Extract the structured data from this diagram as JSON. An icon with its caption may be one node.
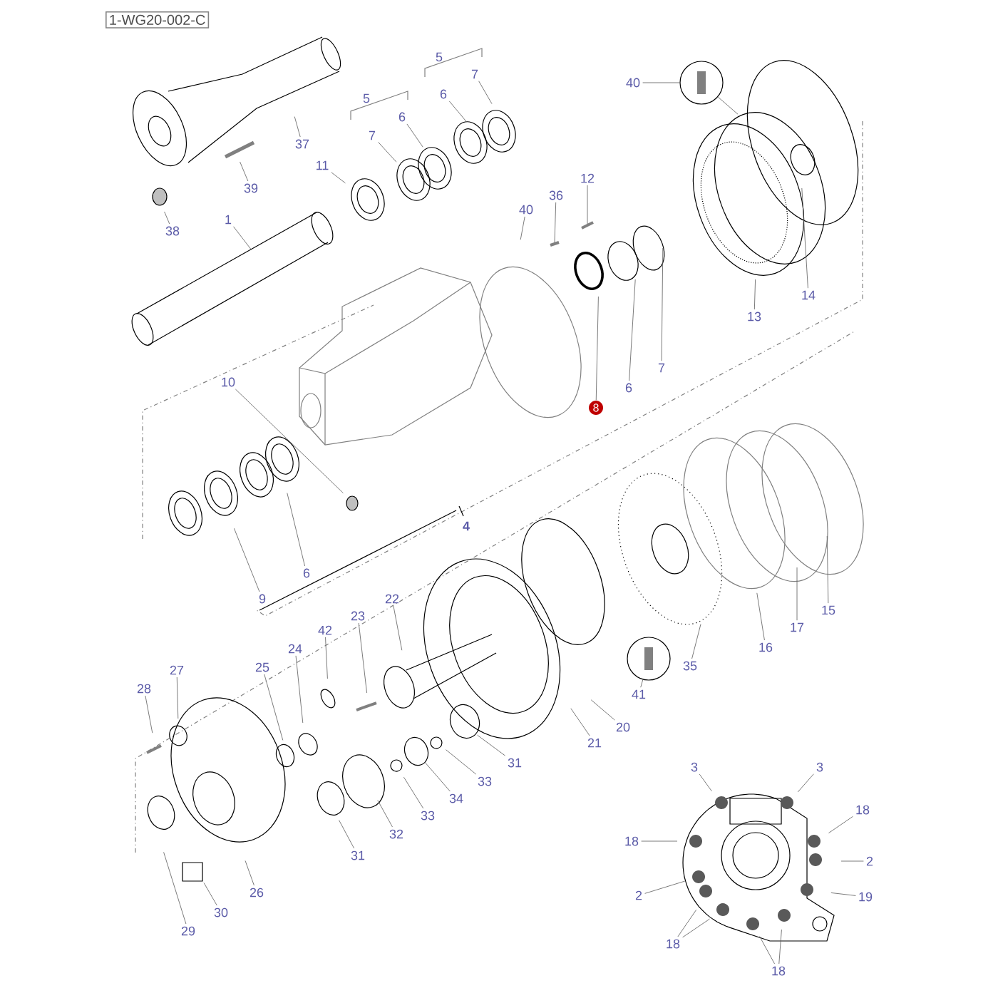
{
  "diagram": {
    "nodes": [
      {
        "text": [
          "40"
        ]
      },
      {
        "text": [],
        "shape": "circle"
      },
      {
        "text": [
          "37"
        ]
      },
      {
        "text": [
          "7"
        ]
      },
      {
        "text": [
          "6"
        ]
      },
      {
        "text": [
          "6"
        ]
      },
      {
        "text": [
          "7"
        ]
      },
      {
        "text": [
          "11"
        ]
      },
      {
        "text": [
          "39"
        ]
      },
      {
        "text": [
          "12"
        ]
      },
      {
        "text": [
          "36"
        ]
      },
      {
        "text": [
          "40"
        ]
      },
      {
        "text": [
          "1"
        ]
      },
      {
        "text": [
          "38"
        ]
      },
      {
        "text": [
          "14"
        ]
      },
      {
        "text": [
          "13"
        ]
      },
      {
        "text": [
          "7"
        ]
      },
      {
        "text": [
          "10"
        ]
      },
      {
        "text": [
          "6"
        ]
      },
      {
        "text": [
          "8"
        ]
      },
      {
        "text": [
          "6"
        ]
      },
      {
        "text": [
          "9"
        ]
      },
      {
        "text": [
          "22"
        ]
      },
      {
        "text": [
          "15"
        ]
      },
      {
        "text": [
          "23"
        ]
      },
      {
        "text": [
          "17"
        ]
      },
      {
        "text": [
          "42"
        ]
      },
      {
        "text": [
          "16"
        ]
      },
      {
        "text": [
          "24"
        ]
      },
      {
        "text": [],
        "shape": "circle"
      },
      {
        "text": [
          "35"
        ]
      },
      {
        "text": [
          "25"
        ]
      },
      {
        "text": [
          "27"
        ]
      },
      {
        "text": [
          "28"
        ]
      },
      {
        "text": [
          "41"
        ]
      },
      {
        "text": [
          "20"
        ]
      },
      {
        "text": [
          "21"
        ]
      },
      {
        "text": [
          "3"
        ]
      },
      {
        "text": [
          "3"
        ]
      },
      {
        "text": [
          "31"
        ]
      },
      {
        "text": [
          "33"
        ]
      },
      {
        "text": [
          "34"
        ]
      },
      {
        "text": [
          "18"
        ]
      },
      {
        "text": [
          "33"
        ]
      },
      {
        "text": [
          "32"
        ]
      },
      {
        "text": [
          "18"
        ]
      },
      {
        "text": [
          "31"
        ]
      },
      {
        "text": [
          "2"
        ]
      },
      {
        "text": [
          "26"
        ]
      },
      {
        "text": [
          "2"
        ]
      },
      {
        "text": [
          "19"
        ]
      },
      {
        "text": [
          "30"
        ]
      },
      {
        "text": [
          "29"
        ]
      },
      {
        "text": [
          "18"
        ]
      },
      {
        "text": [
          "18"
        ]
      }
    ],
    "edges": [
      {
        "from": 0,
        "to": 1,
        "arrow": "none"
      },
      {
        "from": 1,
        "to": null,
        "arrow": "none"
      },
      {
        "from": 2,
        "to": null,
        "arrow": "none"
      },
      {
        "from": 3,
        "to": null,
        "arrow": "none"
      },
      {
        "from": 4,
        "to": null,
        "arrow": "none"
      },
      {
        "from": 5,
        "to": null,
        "arrow": "none"
      },
      {
        "from": 6,
        "to": null,
        "arrow": "none"
      },
      {
        "from": 7,
        "to": null,
        "arrow": "none"
      },
      {
        "from": 8,
        "to": null,
        "arrow": "none"
      },
      {
        "from": 9,
        "to": null,
        "arrow": "none"
      },
      {
        "from": 10,
        "to": null,
        "arrow": "none"
      },
      {
        "from": 11,
        "to": null,
        "arrow": "none"
      },
      {
        "from": 12,
        "to": null,
        "arrow": "none"
      },
      {
        "from": 13,
        "to": null,
        "arrow": "none"
      },
      {
        "from": 14,
        "to": null,
        "arrow": "none"
      },
      {
        "from": 15,
        "to": null,
        "arrow": "none"
      },
      {
        "from": 16,
        "to": null,
        "arrow": "none"
      },
      {
        "from": 17,
        "to": null,
        "arrow": "none"
      },
      {
        "from": 18,
        "to": null,
        "arrow": "none"
      },
      {
        "from": 19,
        "to": null,
        "arrow": "none"
      },
      {
        "from": 20,
        "to": null,
        "arrow": "none"
      },
      {
        "from": 21,
        "to": null,
        "arrow": "none"
      },
      {
        "from": 22,
        "to": null,
        "arrow": "none"
      },
      {
        "from": 23,
        "to": null,
        "arrow": "none"
      },
      {
        "from": 24,
        "to": null,
        "arrow": "none"
      },
      {
        "from": 25,
        "to": null,
        "arrow": "none"
      },
      {
        "from": 26,
        "to": null,
        "arrow": "none"
      },
      {
        "from": 27,
        "to": null,
        "arrow": "none"
      },
      {
        "from": 28,
        "to": null,
        "arrow": "none"
      },
      {
        "from": 34,
        "to": 29,
        "arrow": "none"
      },
      {
        "from": 30,
        "to": null,
        "arrow": "none"
      },
      {
        "from": 31,
        "to": null,
        "arrow": "none"
      },
      {
        "from": 32,
        "to": null,
        "arrow": "none"
      },
      {
        "from": 33,
        "to": null,
        "arrow": "none"
      },
      {
        "from": 35,
        "to": null,
        "arrow": "none"
      },
      {
        "from": 36,
        "to": null,
        "arrow": "none"
      },
      {
        "from": 37,
        "to": null,
        "arrow": "none"
      },
      {
        "from": 38,
        "to": null,
        "arrow": "none"
      },
      {
        "from": 39,
        "to": null,
        "arrow": "none"
      },
      {
        "from": 40,
        "to": null,
        "arrow": "none"
      },
      {
        "from": 41,
        "to": null,
        "arrow": "none"
      },
      {
        "from": 42,
        "to": null,
        "arrow": "none"
      },
      {
        "from": 43,
        "to": null,
        "arrow": "none"
      },
      {
        "from": 44,
        "to": null,
        "arrow": "none"
      },
      {
        "from": 45,
        "to": null,
        "arrow": "none"
      },
      {
        "from": 46,
        "to": null,
        "arrow": "none"
      },
      {
        "from": 47,
        "to": null,
        "arrow": "none"
      },
      {
        "from": 48,
        "to": null,
        "arrow": "none"
      },
      {
        "from": 49,
        "to": null,
        "arrow": "none"
      },
      {
        "from": 50,
        "to": null,
        "arrow": "none"
      },
      {
        "from": 51,
        "to": null,
        "arrow": "none"
      },
      {
        "from": 52,
        "to": null,
        "arrow": "none"
      },
      {
        "from": 53,
        "to": null,
        "arrow": "none"
      },
      {
        "from": 53,
        "to": null,
        "arrow": "none"
      },
      {
        "from": 54,
        "to": null,
        "arrow": "none"
      },
      {
        "from": 54,
        "to": null,
        "arrow": "none"
      }
    ],
    "labels": [
      "1-WG20-002-C",
      "5",
      "5",
      "4"
    ]
  }
}
